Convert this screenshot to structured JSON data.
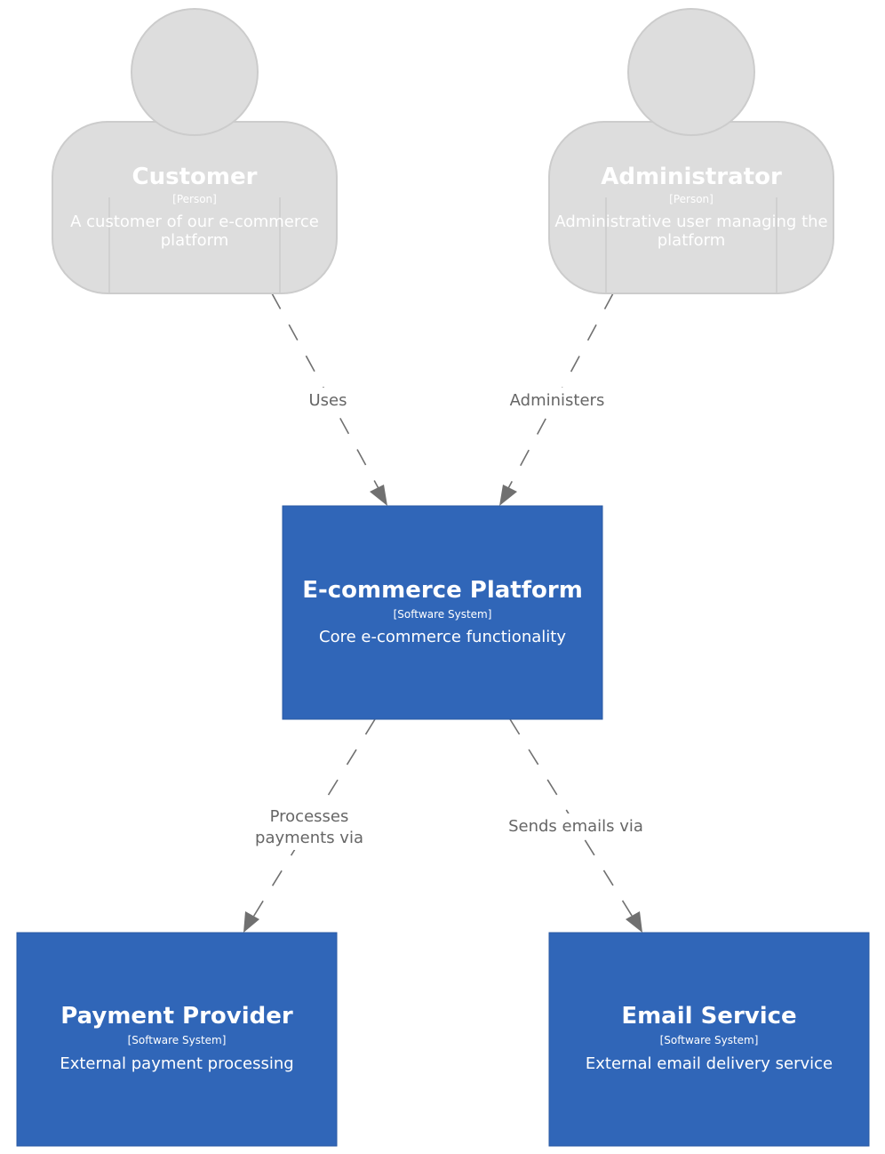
{
  "people": [
    {
      "id": "customer",
      "name": "Customer",
      "kind": "[Person]",
      "description": [
        "A customer of our e-commerce",
        "platform"
      ]
    },
    {
      "id": "administrator",
      "name": "Administrator",
      "kind": "[Person]",
      "description": [
        "Administrative user managing the",
        "platform"
      ]
    }
  ],
  "systems": [
    {
      "id": "ecommerce",
      "name": "E-commerce Platform",
      "kind": "[Software System]",
      "description": "Core e-commerce functionality"
    },
    {
      "id": "payment",
      "name": "Payment Provider",
      "kind": "[Software System]",
      "description": "External payment processing"
    },
    {
      "id": "email",
      "name": "Email Service",
      "kind": "[Software System]",
      "description": "External email delivery service"
    }
  ],
  "relations": [
    {
      "from": "customer",
      "to": "ecommerce",
      "label": [
        "Uses"
      ]
    },
    {
      "from": "administrator",
      "to": "ecommerce",
      "label": [
        "Administers"
      ]
    },
    {
      "from": "ecommerce",
      "to": "payment",
      "label": [
        "Processes",
        "payments via"
      ]
    },
    {
      "from": "ecommerce",
      "to": "email",
      "label": [
        "Sends emails via"
      ]
    }
  ],
  "colors": {
    "system_fill": "#3066b8",
    "person_fill": "#dddddd",
    "edge": "#707070",
    "label_text": "#666666"
  }
}
